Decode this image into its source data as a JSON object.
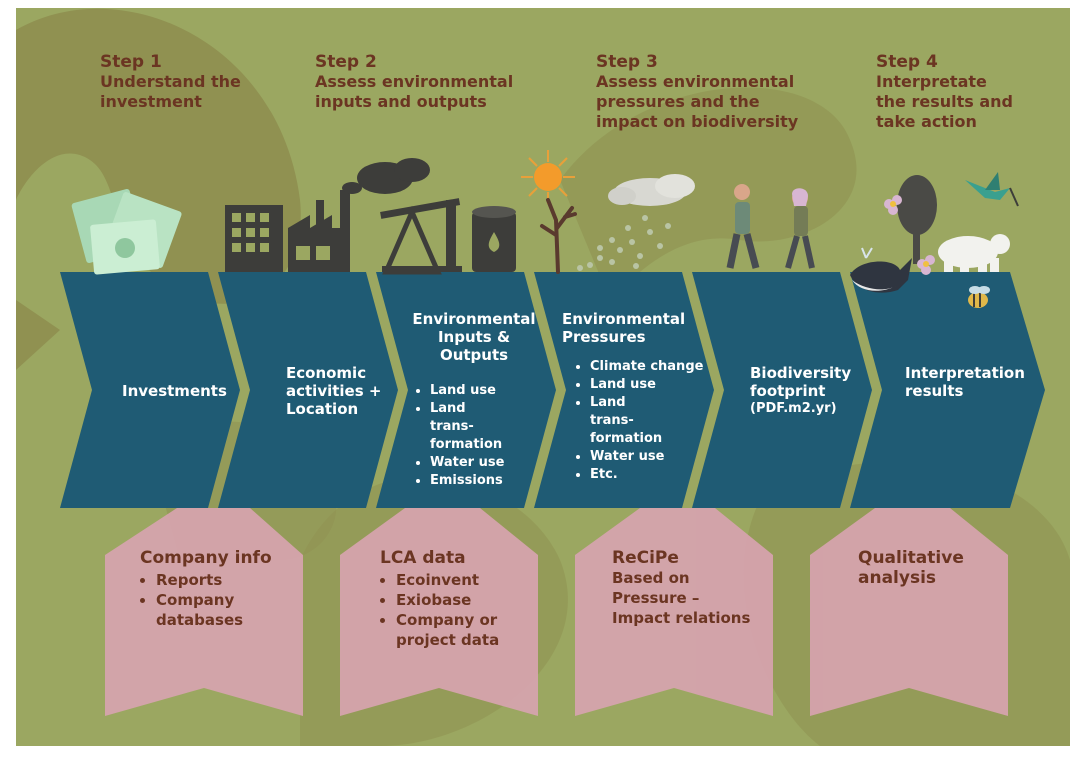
{
  "colors": {
    "background": "#9ba761",
    "swirl": "#8c8a4d",
    "chevron": "#1f5b74",
    "box": "#d5a3ad",
    "step_text": "#6b3522",
    "icon_dark": "#3d3d3a"
  },
  "steps": [
    {
      "num": "Step 1",
      "title_lines": [
        "Understand the",
        "investment"
      ]
    },
    {
      "num": "Step 2",
      "title_lines": [
        "Assess environmental",
        "inputs and outputs"
      ]
    },
    {
      "num": "Step 3",
      "title_lines": [
        "Assess environmental",
        "pressures and the",
        "impact on biodiversity"
      ]
    },
    {
      "num": "Step 4",
      "title_lines": [
        "Interpretate",
        "the results and",
        "take action"
      ]
    }
  ],
  "chevrons": [
    {
      "title_lines": [
        "Investments"
      ],
      "items": []
    },
    {
      "title_lines": [
        "Economic",
        "activities +",
        "Location"
      ],
      "items": []
    },
    {
      "title_lines": [
        "Environmental",
        "Inputs &",
        "Outputs"
      ],
      "items": [
        "Land use",
        "Land trans-formation",
        "Water use",
        "Emissions"
      ]
    },
    {
      "title_lines": [
        "Environmental",
        "Pressures"
      ],
      "items": [
        "Climate change",
        "Land use",
        "Land trans-formation",
        "Water use",
        "Etc."
      ]
    },
    {
      "title_lines": [
        "Biodiversity",
        "footprint"
      ],
      "subtitle": "(PDF.m2.yr)",
      "items": []
    },
    {
      "title_lines": [
        "Interpretation",
        "results"
      ],
      "items": []
    }
  ],
  "boxes": [
    {
      "title": "Company info",
      "items": [
        "Reports",
        "Company databases"
      ],
      "lines": []
    },
    {
      "title": "LCA data",
      "items": [
        "Ecoinvent",
        "Exiobase",
        "Company or project data"
      ],
      "lines": []
    },
    {
      "title": "ReCiPe",
      "items": [],
      "lines": [
        "Based on",
        "Pressure –",
        "Impact relations"
      ]
    },
    {
      "title": "Qualitative",
      "items": [],
      "lines": [
        "analysis"
      ]
    }
  ],
  "icons": [
    "money-bills-icon",
    "office-building-icon",
    "factory-icon",
    "smoke-cloud-icon",
    "oil-pump-icon",
    "oil-barrel-icon",
    "sun-icon",
    "dead-tree-icon",
    "acid-rain-cloud-icon",
    "walking-man-icon",
    "walking-woman-icon",
    "tree-icon",
    "hummingbird-icon",
    "whale-icon",
    "polar-bear-icon",
    "flower-icon",
    "bee-icon"
  ]
}
